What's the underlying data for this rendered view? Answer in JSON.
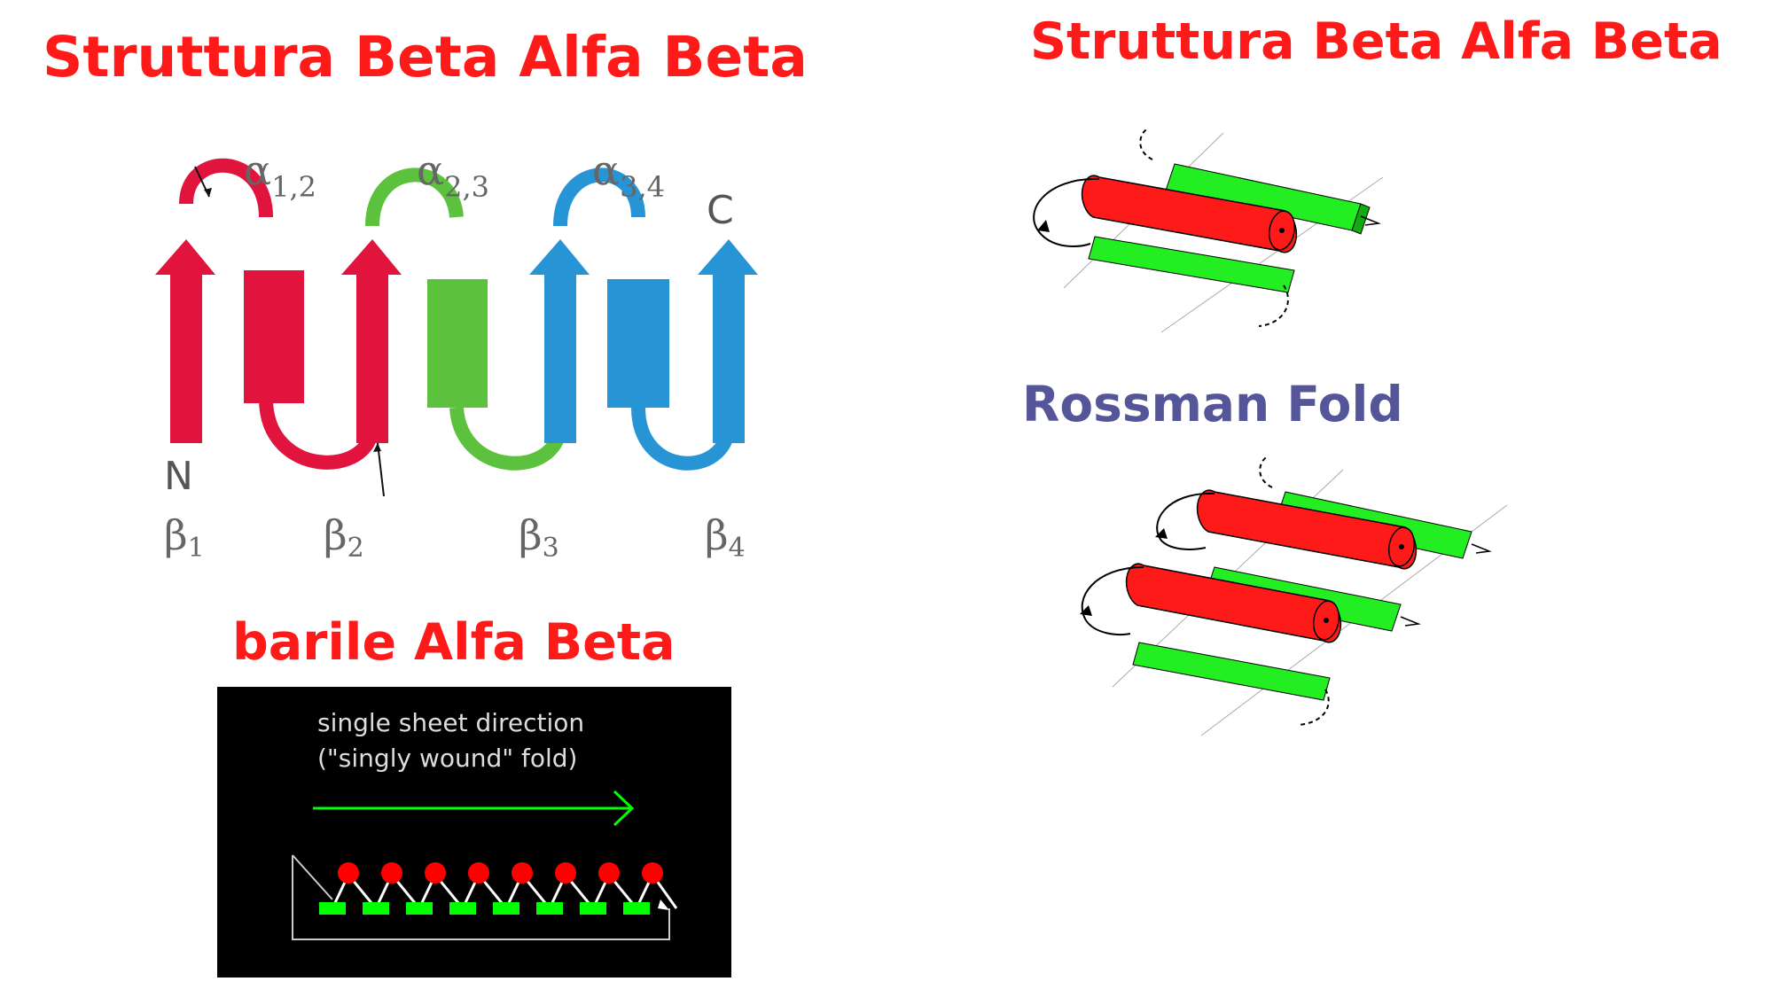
{
  "titles": {
    "left": "Struttura Beta Alfa Beta",
    "right": "Struttura Beta Alfa Beta",
    "barrel": "barile Alfa Beta",
    "rossman": "Rossman Fold"
  },
  "topology": {
    "alpha_labels": [
      {
        "sym": "α",
        "sub": "1,2"
      },
      {
        "sym": "α",
        "sub": "2,3"
      },
      {
        "sym": "α",
        "sub": "3,4"
      }
    ],
    "beta_labels": [
      {
        "sym": "β",
        "sub": "1"
      },
      {
        "sym": "β",
        "sub": "2"
      },
      {
        "sym": "β",
        "sub": "3"
      },
      {
        "sym": "β",
        "sub": "4"
      }
    ],
    "n_label": "N",
    "c_label": "C",
    "colors": {
      "red": "#e0143c",
      "green": "#5cc13c",
      "blue": "#2794d6"
    }
  },
  "barrel": {
    "line1": "single sheet direction",
    "line2": "(\"singly wound\" fold)",
    "colors": {
      "background": "#000000",
      "arrow": "#00ff00",
      "helix": "#ff0000",
      "strand": "#00ff00"
    }
  },
  "fold_colors": {
    "helix": "#ff1a1a",
    "strand": "#22ee22"
  }
}
